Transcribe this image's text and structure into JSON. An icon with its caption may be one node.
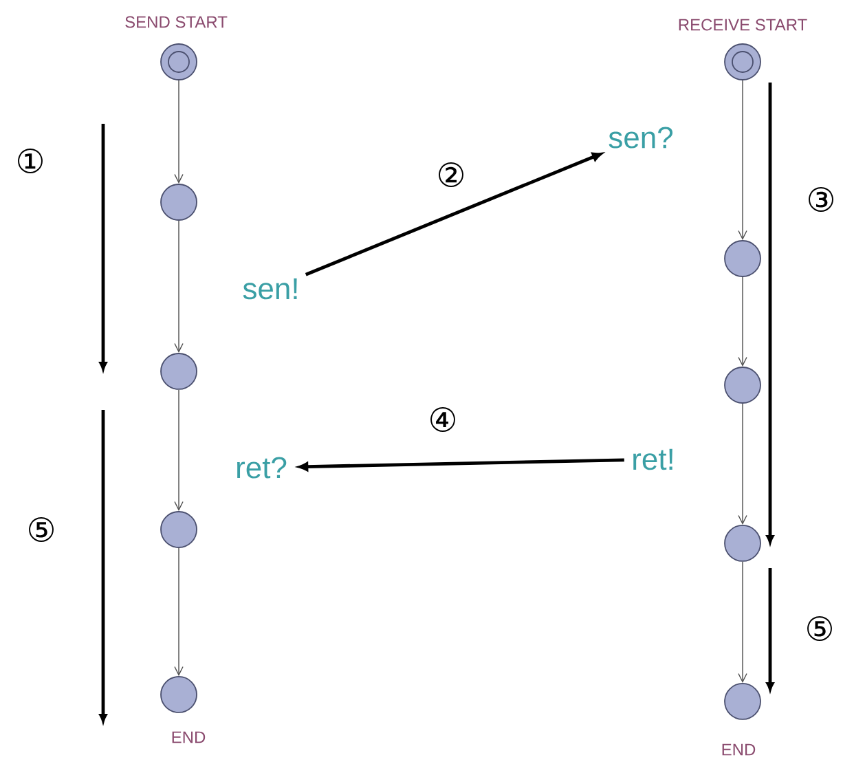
{
  "diagram": {
    "nodes": [
      {
        "text": [],
        "shape": "circle",
        "beside": [
          "SEND START"
        ]
      },
      {
        "text": [],
        "shape": "circle"
      },
      {
        "text": [],
        "shape": "circle"
      },
      {
        "text": [],
        "shape": "circle"
      },
      {
        "text": [],
        "shape": "circle",
        "beside": [
          "END"
        ]
      },
      {
        "text": [],
        "shape": "circle",
        "beside": [
          "RECEIVE START"
        ]
      },
      {
        "text": [],
        "shape": "circle"
      },
      {
        "text": [],
        "shape": "circle"
      },
      {
        "text": [],
        "shape": "circle"
      },
      {
        "text": [],
        "shape": "circle",
        "beside": [
          "END"
        ]
      },
      {
        "text": [
          "sen!"
        ]
      },
      {
        "text": [
          "sen?"
        ]
      },
      {
        "text": [
          "ret?"
        ]
      },
      {
        "text": [
          "ret!"
        ]
      }
    ],
    "edges": [
      {
        "from": 0,
        "to": 1,
        "arrow": "to"
      },
      {
        "from": 1,
        "to": 2,
        "arrow": "to"
      },
      {
        "from": 2,
        "to": 3,
        "arrow": "to"
      },
      {
        "from": 3,
        "to": 4,
        "arrow": "to"
      },
      {
        "from": 5,
        "to": 6,
        "arrow": "to"
      },
      {
        "from": 6,
        "to": 7,
        "arrow": "to"
      },
      {
        "from": 7,
        "to": 8,
        "arrow": "to"
      },
      {
        "from": 8,
        "to": 9,
        "arrow": "to"
      },
      {
        "from": 10,
        "to": 11,
        "arrow": "to",
        "style": "thick"
      },
      {
        "from": 13,
        "to": 12,
        "arrow": "to",
        "style": "thick"
      }
    ],
    "labels": [
      "①",
      "②",
      "③",
      "④",
      "⑤",
      "⑤"
    ]
  }
}
